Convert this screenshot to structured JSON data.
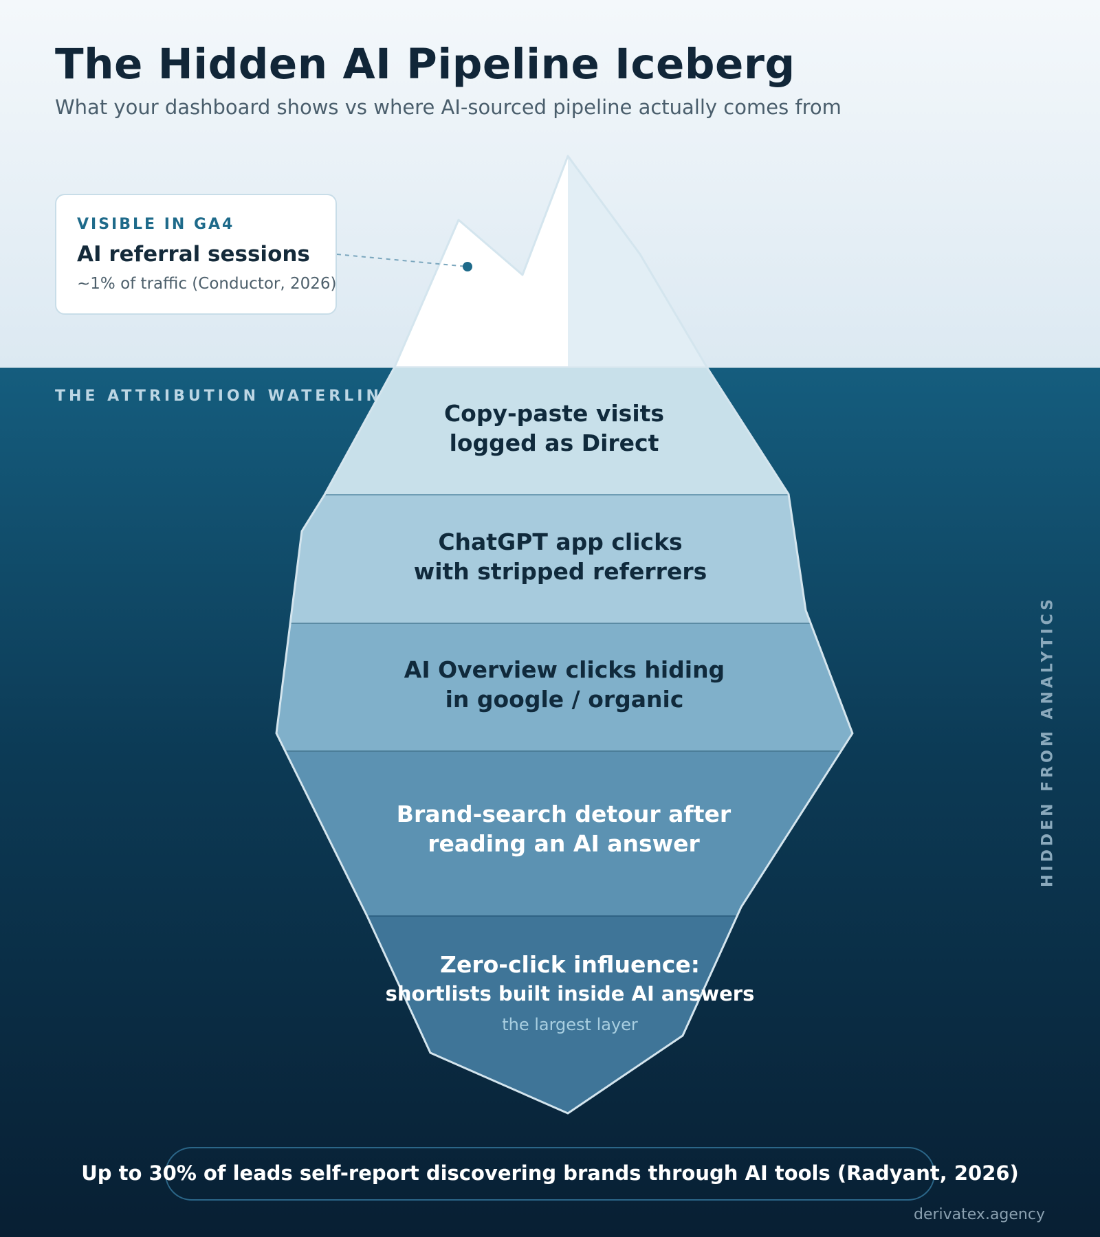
{
  "header": {
    "title": "The Hidden AI Pipeline Iceberg",
    "subtitle": "What your dashboard shows vs where AI-sourced pipeline actually comes from"
  },
  "callout": {
    "eyebrow": "VISIBLE IN GA4",
    "title": "AI referral sessions",
    "subtitle": "~1% of traffic (Conductor, 2026)"
  },
  "waterline_label": "THE ATTRIBUTION WATERLINE",
  "side_label": "HIDDEN FROM ANALYTICS",
  "layers": [
    {
      "line1": "Copy-paste visits",
      "line2": "logged as Direct"
    },
    {
      "line1": "ChatGPT app clicks",
      "line2": "with stripped referrers"
    },
    {
      "line1": "AI Overview clicks hiding",
      "line2": "in google / organic"
    },
    {
      "line1": "Brand-search detour after",
      "line2": "reading an AI answer"
    },
    {
      "line1": "Zero-click influence:",
      "line2": "shortlists built inside AI answers",
      "note": "the largest layer"
    }
  ],
  "banner": "Up to 30% of leads self-report discovering brands through AI tools (Radyant, 2026)",
  "footer": "derivatex.agency",
  "colors": {
    "sky_top": "#f4f8fb",
    "sea_top": "#155d7e",
    "sea_bottom": "#081f33",
    "ice_tip": "#ffffff",
    "layer_fills": [
      "#c8e0ea",
      "#a7cbdd",
      "#80b0ca",
      "#5c92b2",
      "#3f7598"
    ],
    "accent": "#1e6a8a"
  }
}
